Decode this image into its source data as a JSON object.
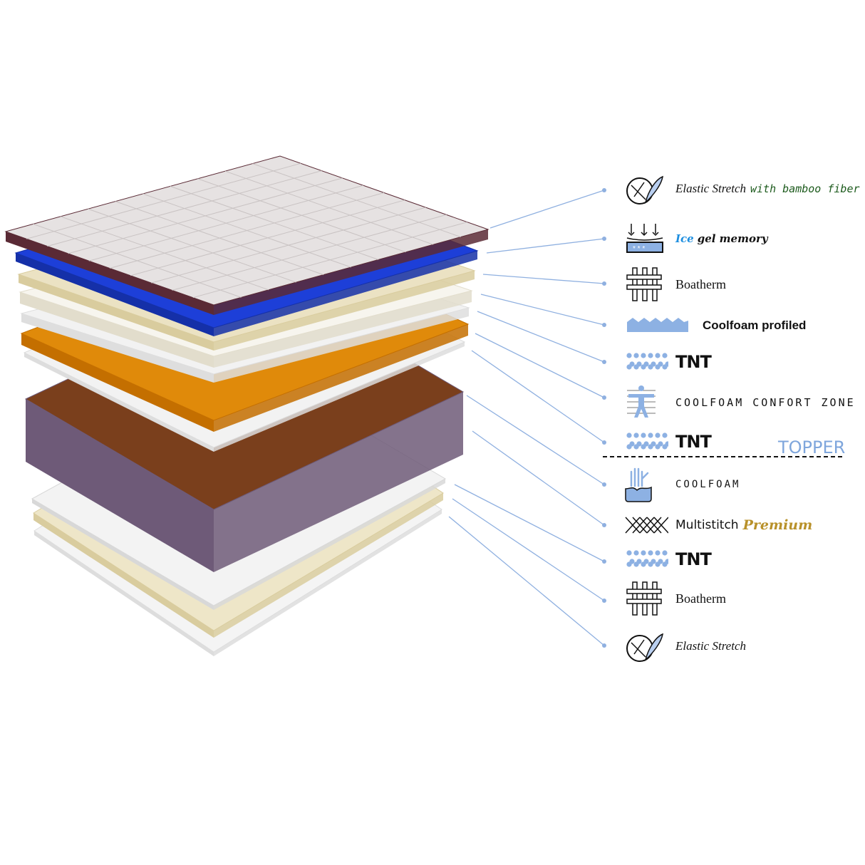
{
  "colors": {
    "leader_line": "#8fb0e0",
    "icon_blue": "#8db1e3",
    "topper_label": "#7fa6dc",
    "premium_gold": "#b8912a",
    "bamboo_green": "#1c5a1c",
    "ice_blue": "#1e8fe0"
  },
  "layers": [
    {
      "icon": "feather-icon",
      "label": "Elastic Stretch",
      "label_extra": "with bamboo fiber"
    },
    {
      "icon": "ice-gel-icon",
      "label": "Ice",
      "label_extra": "gel memory"
    },
    {
      "icon": "weave-icon",
      "label": "Boatherm"
    },
    {
      "icon": "wave-foam-icon",
      "label": "Coolfoam profiled"
    },
    {
      "icon": "dots-icon",
      "label": "TNT"
    },
    {
      "icon": "body-zone-icon",
      "label": "COOLFOAM CONFORT ZONE"
    },
    {
      "icon": "dots-icon",
      "label": "TNT"
    },
    {
      "icon": "hand-foam-icon",
      "label": "COOLFOAM"
    },
    {
      "icon": "crosshatch-icon",
      "label": "Multistitch",
      "label_extra": "Premium"
    },
    {
      "icon": "dots-icon",
      "label": "TNT"
    },
    {
      "icon": "weave-icon",
      "label": "Boatherm"
    },
    {
      "icon": "feather-icon",
      "label": "Elastic Stretch"
    }
  ],
  "section_label": "TOPPER"
}
